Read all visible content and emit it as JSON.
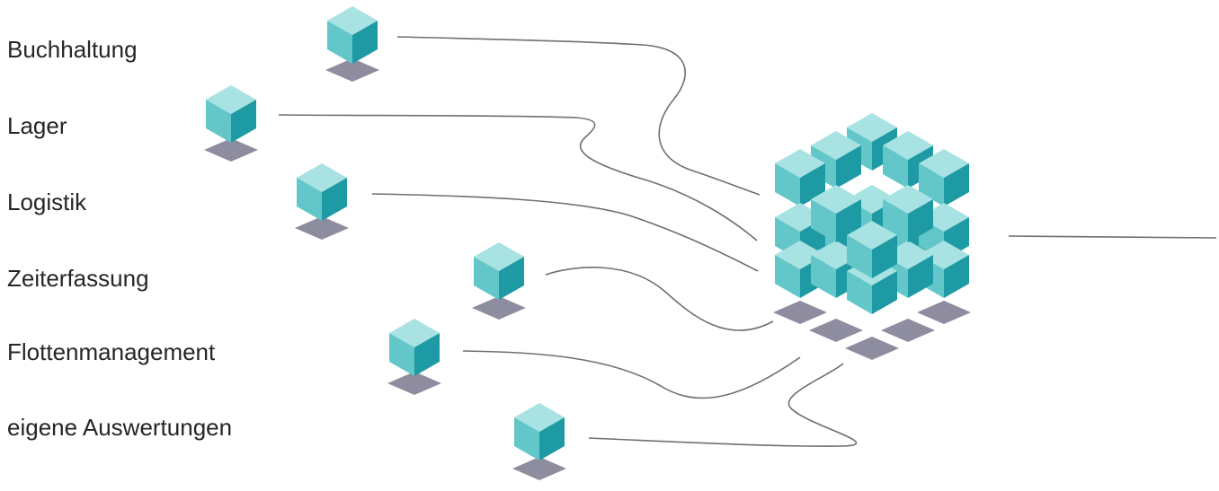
{
  "labels": {
    "buchhaltung": "Buchhaltung",
    "lager": "Lager",
    "logistik": "Logistik",
    "zeiterfassung": "Zeiterfassung",
    "flottenmanagement": "Flottenmanagement",
    "auswertungen": "eigene Auswertungen"
  },
  "colors": {
    "cube_top": "#a8e2e2",
    "cube_left": "#63c7c9",
    "cube_right": "#1d9aa3",
    "shadow": "#8e8d9f",
    "connector": "#6f6f6f",
    "text": "#262626"
  },
  "icons": [
    "module-cube-icon",
    "central-cube-cluster-icon"
  ]
}
